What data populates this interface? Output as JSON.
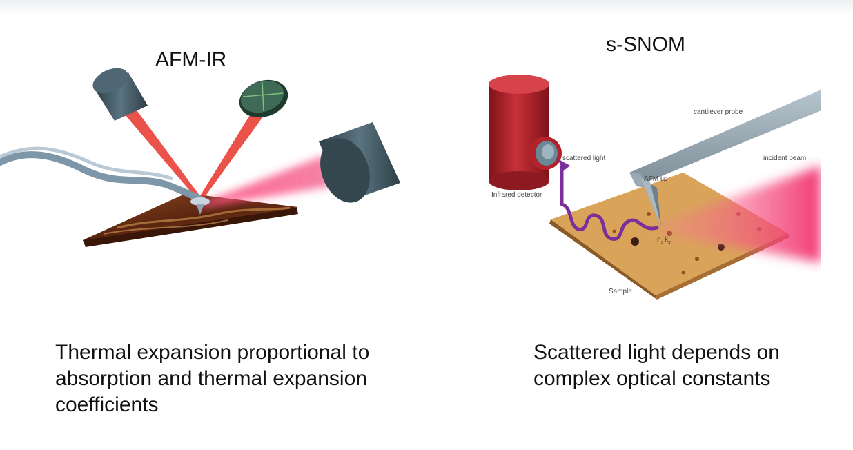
{
  "left_panel": {
    "title": "AFM-IR",
    "caption_lines": [
      "Thermal expansion proportional to",
      "absorption and thermal expansion",
      "coefficients"
    ]
  },
  "right_panel": {
    "title": "s-SNOM",
    "caption_lines": [
      "Scattered light depends on",
      "complex optical constants"
    ],
    "labels": {
      "cantilever": "cantilever probe",
      "scattered": "scattered light",
      "incident": "incident beam",
      "afm_tip": "AFM tip",
      "detector": "Infrared detector",
      "sample": "Sample",
      "n": "n",
      "n_sub": "s",
      "k": "k",
      "k_sub": "s"
    }
  },
  "colors": {
    "laser_red": "#e8342a",
    "laser_pink": "#f0306e",
    "detector_red": "#b3222a",
    "optics_gray": "#3f5560",
    "sample_brown": "#6b2f14",
    "sample_tan": "#d9a45a",
    "scatter_purple": "#7a2f9a"
  }
}
